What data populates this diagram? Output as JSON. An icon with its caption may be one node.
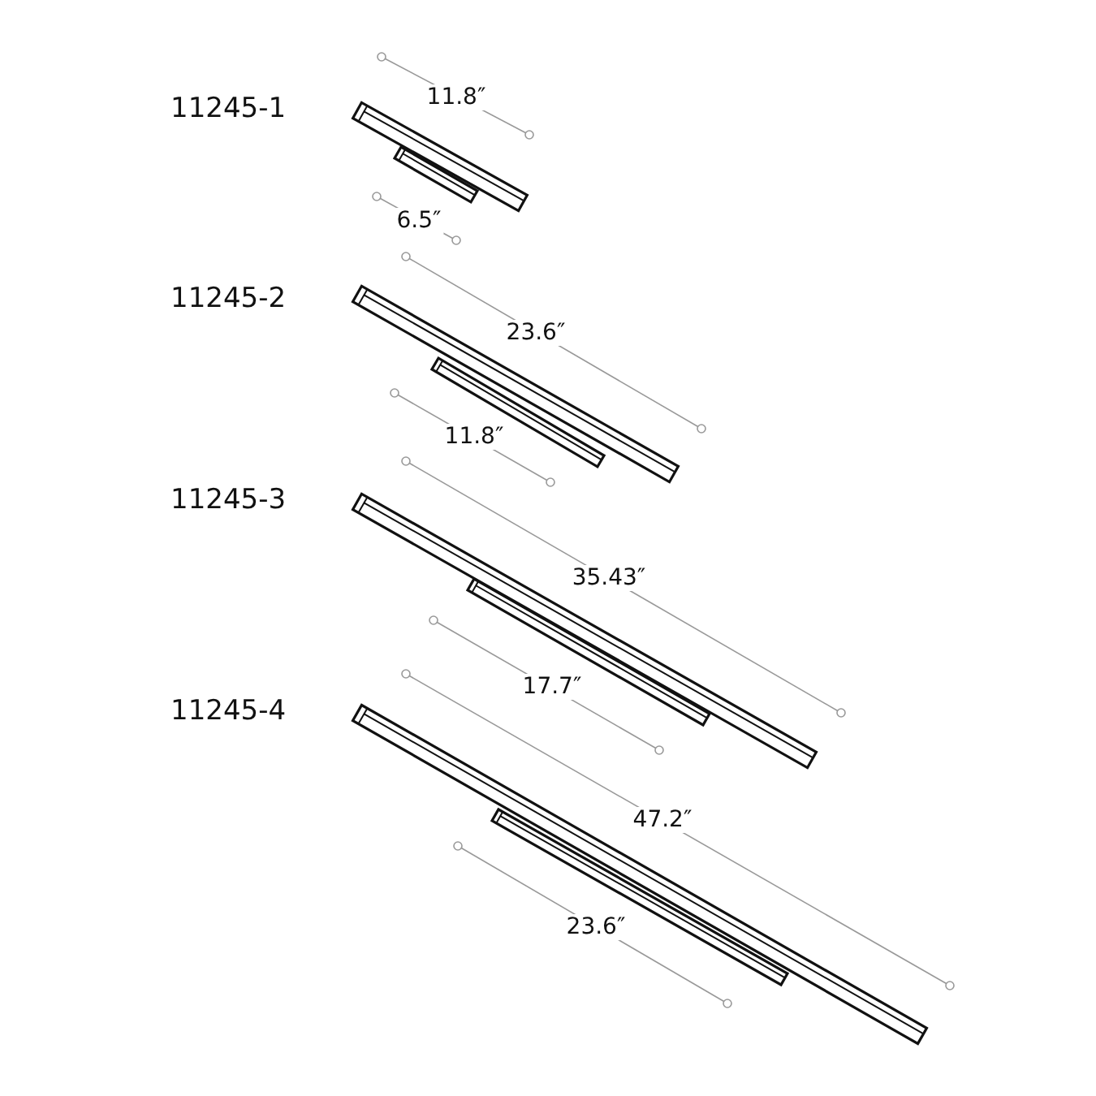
{
  "diagram": {
    "labels": [
      "11245-1",
      "11.8″",
      "6.5″",
      "11245-2",
      "23.6″",
      "11.8″",
      "11245-3",
      "35.43″",
      "17.7″",
      "11245-4",
      "47.2″",
      "23.6″"
    ]
  }
}
